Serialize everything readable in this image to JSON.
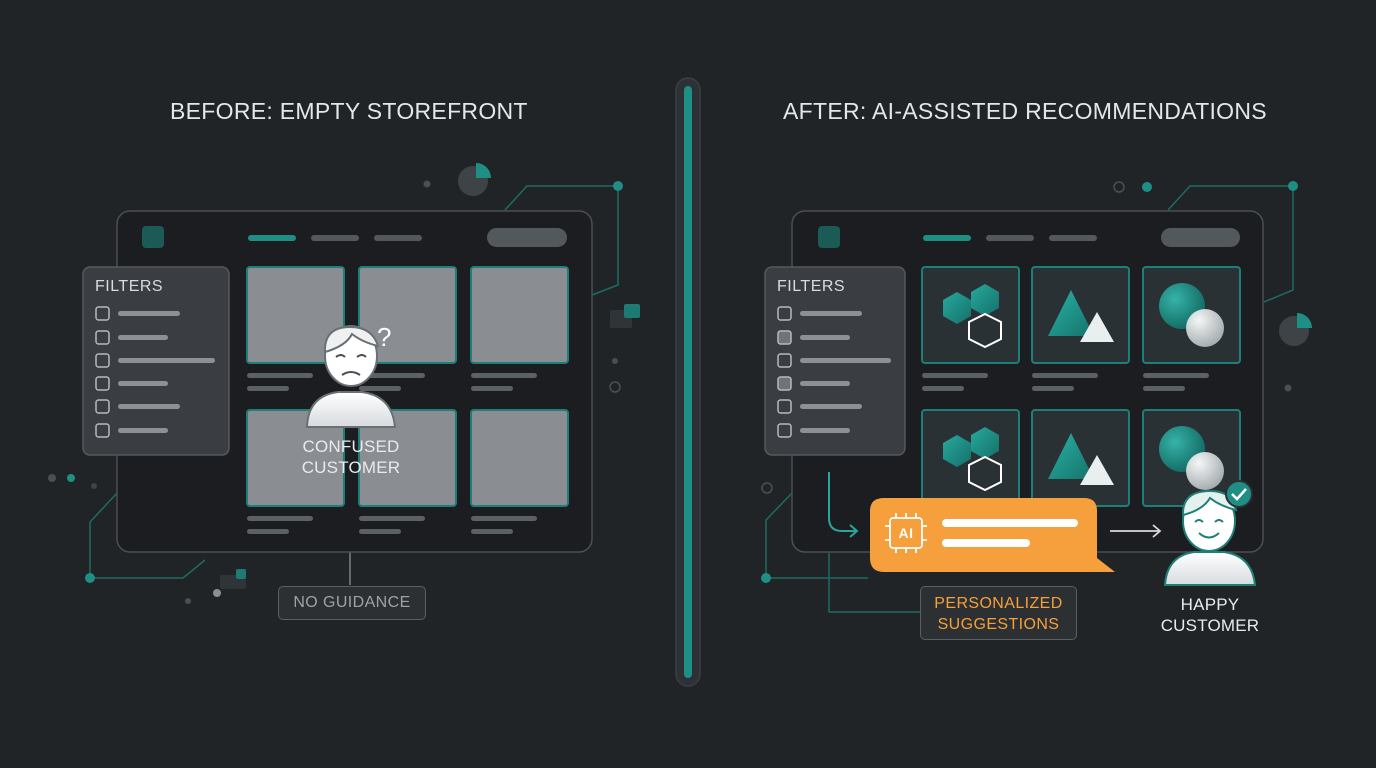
{
  "before": {
    "heading": "BEFORE: EMPTY STOREFRONT",
    "filters_title": "FILTERS",
    "customer_label_line1": "CONFUSED",
    "customer_label_line2": "CUSTOMER",
    "callout": "NO GUIDANCE",
    "question_mark": "?"
  },
  "after": {
    "heading": "AFTER: AI-ASSISTED RECOMMENDATIONS",
    "filters_title": "FILTERS",
    "ai_badge": "AI",
    "suggestion_label_line1": "PERSONALIZED",
    "suggestion_label_line2": "SUGGESTIONS",
    "customer_label_line1": "HAPPY",
    "customer_label_line2": "CUSTOMER"
  },
  "colors": {
    "background": "#212427",
    "teal_accent": "#1f8f86",
    "orange_accent": "#f5a03c",
    "panel": "#1b1d20",
    "card_empty": "#8a8d92"
  },
  "icons": [
    "question-mark-icon",
    "confused-person-icon",
    "happy-person-icon",
    "check-badge-icon",
    "ai-chip-icon",
    "hexagon-icon",
    "triangle-icon",
    "circle-icon",
    "pie-chart-icon"
  ]
}
